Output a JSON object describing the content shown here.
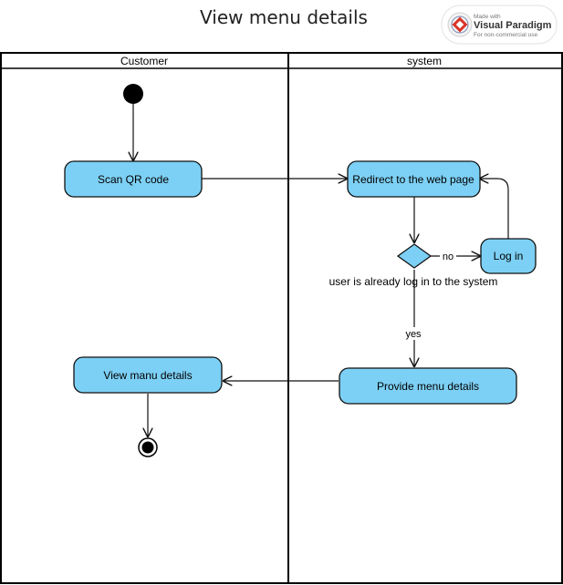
{
  "diagram": {
    "title": "View menu details",
    "badge": {
      "made_with": "Made with",
      "brand": "Visual Paradigm",
      "note": "For non-commercial use"
    },
    "lanes": {
      "customer": "Customer",
      "system": "system"
    },
    "nodes": {
      "scan_qr": "Scan QR code",
      "redirect": "Redirect to the web page",
      "login": "Log in",
      "provide_menu": "Provide menu details",
      "view_menu": "View manu details"
    },
    "decision": {
      "guard_text": "user is already log in to the system",
      "no_label": "no",
      "yes_label": "yes"
    },
    "colors": {
      "action_fill": "#7dd0f5",
      "stroke": "#111111"
    }
  }
}
